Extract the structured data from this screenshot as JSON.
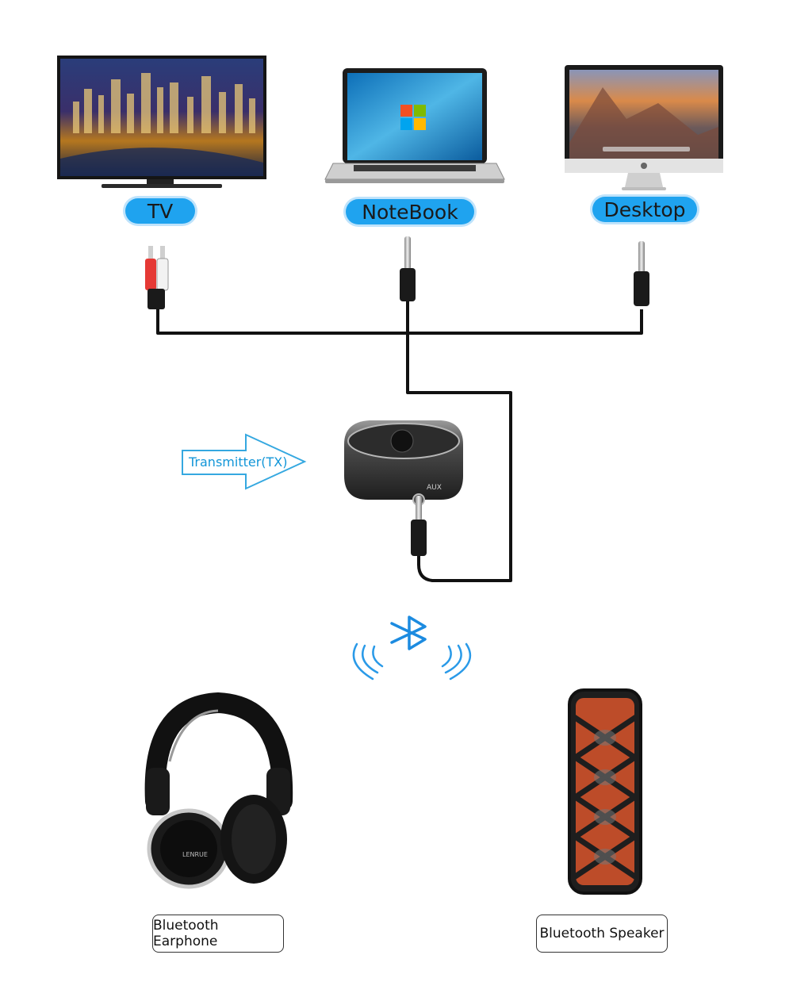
{
  "sources": {
    "tv": {
      "label": "TV"
    },
    "notebook": {
      "label": "NoteBook"
    },
    "desktop": {
      "label": "Desktop"
    }
  },
  "transmitter": {
    "label": "Transmitter(TX)",
    "port_label": "AUX"
  },
  "outputs": {
    "earphone": {
      "label": "Bluetooth Earphone"
    },
    "speaker": {
      "label": "Bluetooth Speaker"
    }
  },
  "headphone_brand": "LENRUE",
  "colors": {
    "accent_blue": "#1fa3ef",
    "arrow_blue": "#1296d8",
    "cable": "#111111"
  }
}
